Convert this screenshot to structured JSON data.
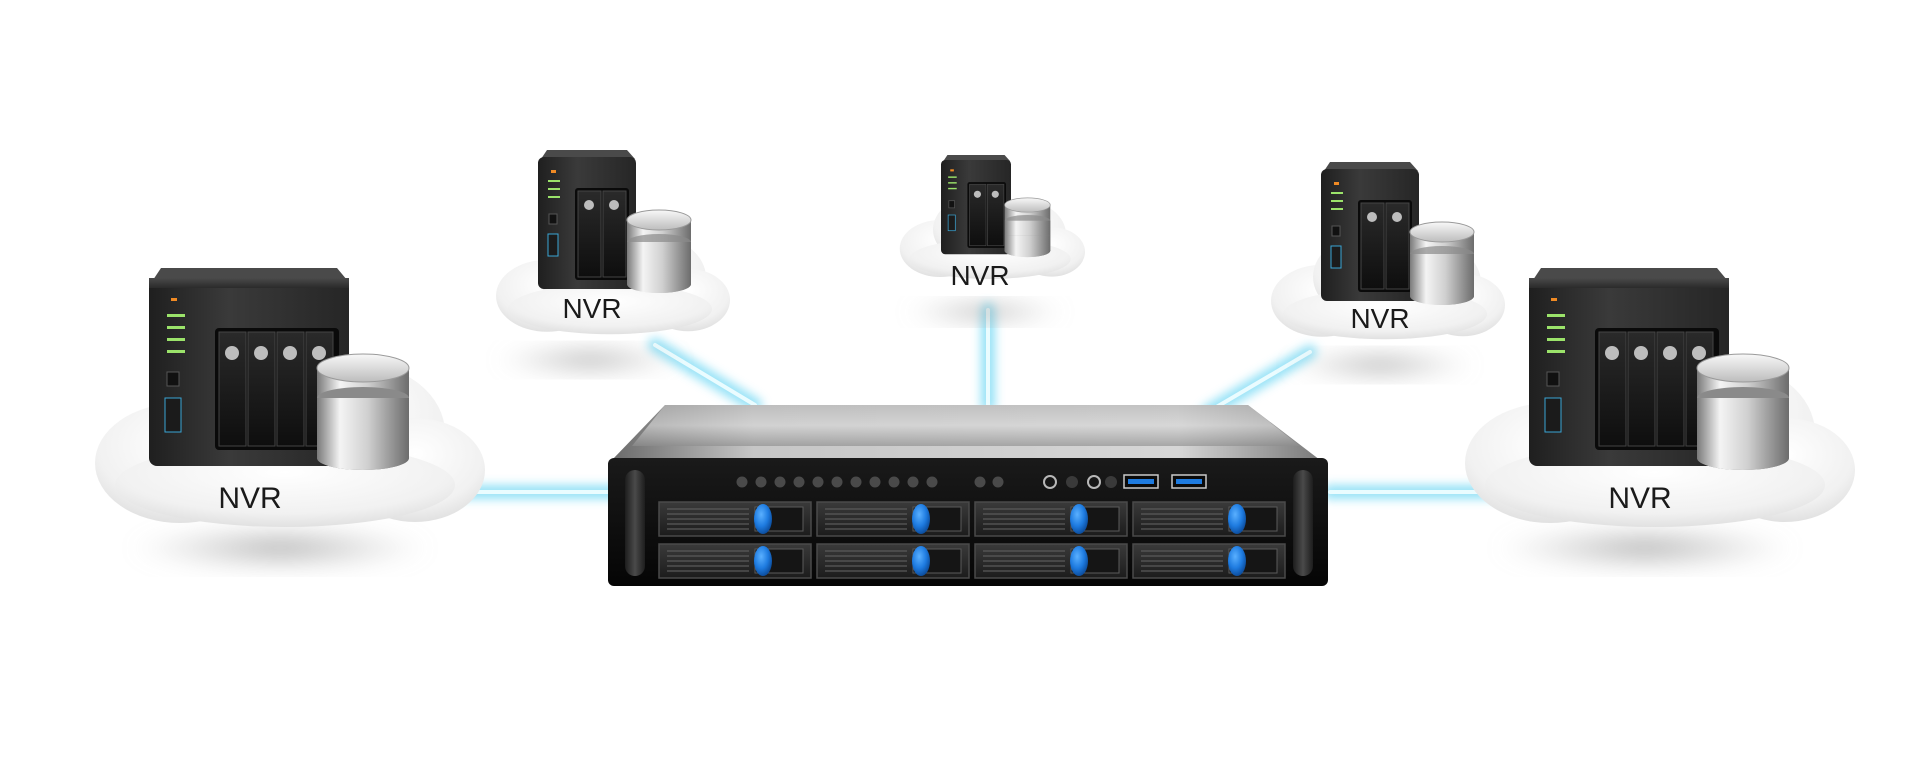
{
  "diagram": {
    "colors": {
      "background": "#ffffff",
      "connection_glow": "#7fdcf5",
      "connection_core": "#eafcff",
      "drive_latch": "#1e7be0",
      "rack_body": "#0c0c0c",
      "rack_top": "#c9c9c9",
      "nvr_body": "#2b2b2b",
      "cloud": "#f0f0f0"
    },
    "central_device": {
      "type": "rack-server-2u",
      "drive_bays": 8,
      "front_leds": 11,
      "usb_ports": 2
    },
    "nodes": [
      {
        "id": "nvr-1",
        "label": "NVR",
        "bays": 4,
        "icon": "nas-with-database-icon"
      },
      {
        "id": "nvr-2",
        "label": "NVR",
        "bays": 2,
        "icon": "nas-with-database-icon"
      },
      {
        "id": "nvr-3",
        "label": "NVR",
        "bays": 2,
        "icon": "nas-with-database-icon"
      },
      {
        "id": "nvr-4",
        "label": "NVR",
        "bays": 2,
        "icon": "nas-with-database-icon"
      },
      {
        "id": "nvr-5",
        "label": "NVR",
        "bays": 4,
        "icon": "nas-with-database-icon"
      }
    ]
  }
}
